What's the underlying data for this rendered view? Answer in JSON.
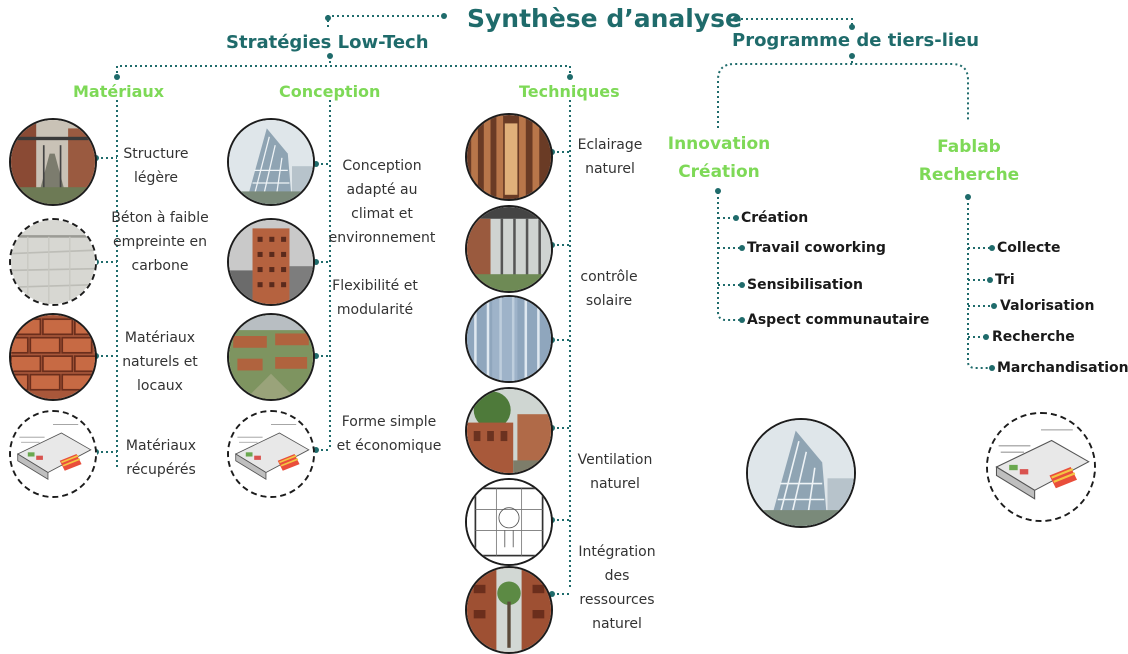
{
  "title": "Synthèse d’analyse",
  "left_branch": {
    "title": "Stratégies Low-Tech",
    "columns": {
      "materiaux": {
        "title": "Matériaux",
        "items": [
          {
            "label": "Structure légère"
          },
          {
            "label": "Béton à faible empreinte en carbone"
          },
          {
            "label": "Matériaux naturels et locaux"
          },
          {
            "label": "Matériaux récupérés"
          }
        ]
      },
      "conception": {
        "title": "Conception",
        "items": [
          {
            "label": "Conception adapté au climat et environnement"
          },
          {
            "label": "Flexibilité et modularité"
          },
          {
            "label": "Forme simple et économique"
          }
        ]
      },
      "techniques": {
        "title": "Techniques",
        "items": [
          {
            "label": "Eclairage naturel"
          },
          {
            "label": "contrôle solaire"
          },
          {
            "label": "Ventilation naturel"
          },
          {
            "label": "Intégration des ressources naturel"
          }
        ]
      }
    }
  },
  "right_branch": {
    "title": "Programme de tiers-lieu",
    "innovation": {
      "title_line1": "Innovation",
      "title_line2": "Création",
      "items": [
        "Création",
        "Travail coworking",
        "Sensibilisation",
        "Aspect communautaire"
      ]
    },
    "fablab": {
      "title_line1": "Fablab",
      "title_line2": "Recherche",
      "items": [
        "Collecte",
        "Tri",
        "Valorisation",
        "Recherche",
        "Marchandisation"
      ]
    }
  },
  "icons": {
    "photo_brick_walkway": "brick-walkway-photo",
    "photo_concrete": "concrete-texture-photo",
    "photo_bricks": "brick-wall-photo",
    "photo_plan": "axonometric-plan-drawing",
    "photo_glass_tower": "glass-building-photo",
    "photo_brick_tower": "brick-tower-photo",
    "photo_campus": "campus-aerial-photo",
    "photo_louvers": "wood-louvers-photo",
    "photo_colonnade": "colonnade-photo",
    "photo_facade": "glass-facade-photo",
    "photo_courtyard": "courtyard-photo",
    "photo_section": "section-drawing",
    "photo_brick_court": "brick-court-photo"
  },
  "colors": {
    "title": "#1f6b6b",
    "category": "#7ed957",
    "connector": "#1f6b6b"
  }
}
